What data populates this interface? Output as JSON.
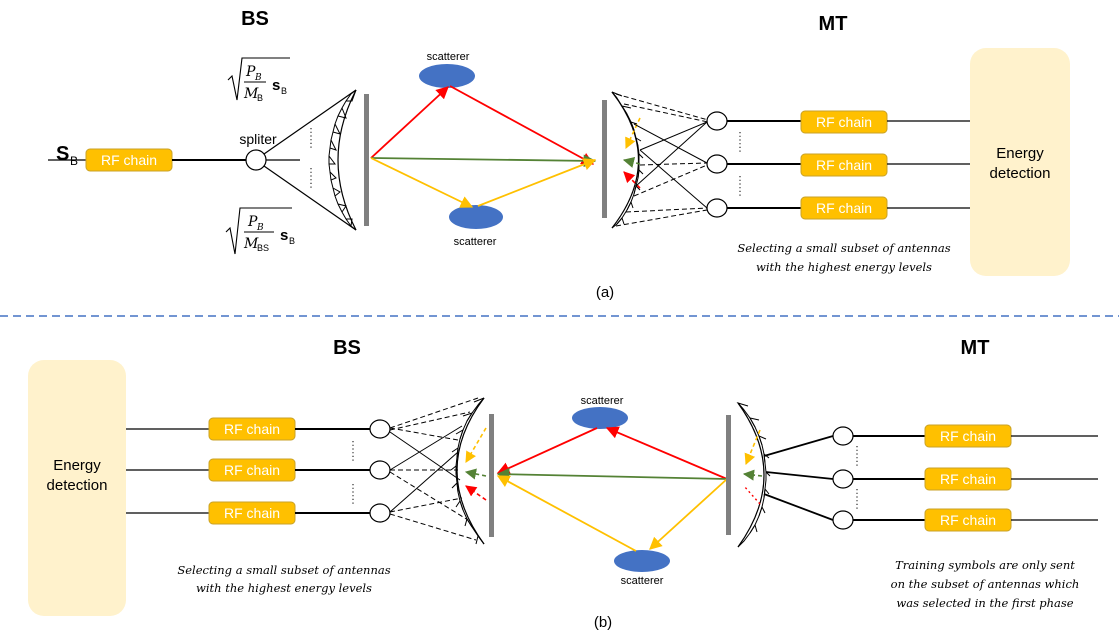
{
  "colors": {
    "rf_fill": "#FFC000",
    "rf_stroke": "#C9A227",
    "energy_fill": "#FFF2CC",
    "scatterer": "#4472C4",
    "red_path": "#FF0000",
    "green_path": "#548235",
    "yellow_path": "#FFC000",
    "separator": "#4472C4",
    "lens": "#808080"
  },
  "icons": [
    "scatterer-ellipse",
    "lens-antenna-array",
    "splitter-circle",
    "rf-chain-box"
  ],
  "panel_a": {
    "bs_label": "BS",
    "mt_label": "MT",
    "signal_symbol": "S",
    "signal_sub": "B",
    "rf_chain": "RF chain",
    "spliter": "spliter",
    "formula_top": {
      "num_sym": "P",
      "num_sub": "B",
      "den_sym": "M",
      "den_sub": "B",
      "s_sym": "s",
      "s_sub": "B"
    },
    "formula_bottom": {
      "num_sym": "P",
      "num_sub": "B",
      "den_sym": "M",
      "den_sub": "BS",
      "s_sym": "s",
      "s_sub": "B"
    },
    "scatterer_top": "scatterer",
    "scatterer_bottom": "scatterer",
    "mt_rf_chains": [
      "RF chain",
      "RF chain",
      "RF chain"
    ],
    "energy_line1": "Energy",
    "energy_line2": "detection",
    "note_line1": "Selecting a small subset of antennas",
    "note_line2": "with the highest energy levels",
    "caption": "(a)"
  },
  "panel_b": {
    "bs_label": "BS",
    "mt_label": "MT",
    "energy_line1": "Energy",
    "energy_line2": "detection",
    "bs_rf_chains": [
      "RF chain",
      "RF chain",
      "RF chain"
    ],
    "mt_rf_chains": [
      "RF chain",
      "RF chain",
      "RF chain"
    ],
    "scatterer_top": "scatterer",
    "scatterer_bottom": "scatterer",
    "note_bs_line1": "Selecting a small subset of antennas",
    "note_bs_line2": "with the highest energy levels",
    "note_mt_line1": "Training symbols are only sent",
    "note_mt_line2": "on the subset of antennas which",
    "note_mt_line3": "was selected in the first phase",
    "caption": "(b)"
  }
}
